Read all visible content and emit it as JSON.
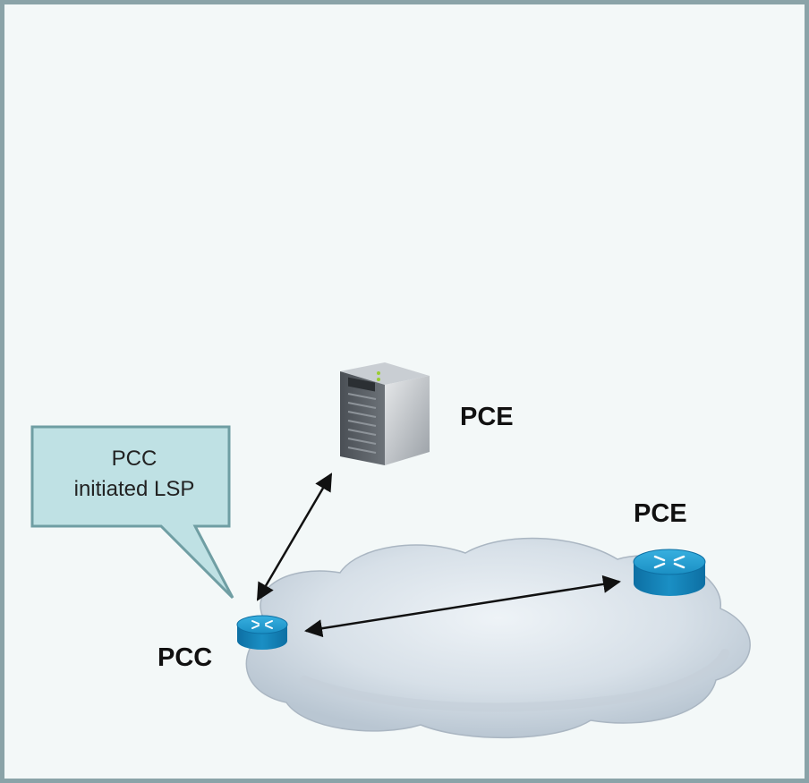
{
  "diagram": {
    "callout": {
      "line1": "PCC",
      "line2": "initiated LSP"
    },
    "labels": {
      "server_pce": "PCE",
      "router_pce": "PCE",
      "pcc": "PCC"
    },
    "icons": {
      "server": "server-icon",
      "router": "router-icon",
      "cloud": "network-cloud-icon"
    },
    "colors": {
      "frame_border": "#8aa3a8",
      "background": "#f3f8f8",
      "callout_fill": "#bfe1e4",
      "callout_border": "#6f9ea3",
      "router_blue": "#1a8fc4",
      "arrow": "#111111"
    }
  }
}
